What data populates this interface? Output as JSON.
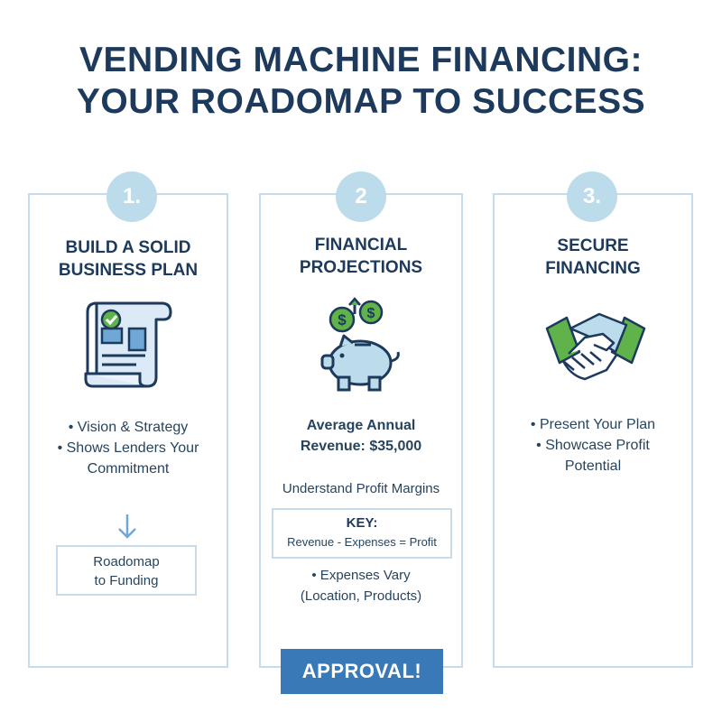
{
  "title": {
    "line1": "VENDING MACHINE FINANCING:",
    "line2": "YOUR ROADOMAP TO SUCCESS"
  },
  "steps": [
    {
      "number": "1.",
      "heading_line1": "BUILD A SOLID",
      "heading_line2": "BUSINESS PLAN",
      "icon": "business-plan-document-icon",
      "bullets": [
        "• Vision & Strategy",
        "• Shows Lenders Your",
        "Commitment"
      ],
      "arrow_icon": "arrow-down-icon",
      "box_line1": "Roadomap",
      "box_line2": "to Funding"
    },
    {
      "number": "2",
      "heading_line1": "FINANCIAL",
      "heading_line2": "PROJECTIONS",
      "icon": "piggy-bank-icon",
      "revenue_line1": "Average Annual",
      "revenue_line2": "Revenue: $35,000",
      "profit_text": "Understand Profit Margins",
      "key_label": "KEY:",
      "key_formula": "Revenue - Expenses = Profit",
      "expenses_line1": "• Expenses Vary",
      "expenses_line2": "(Location, Products)"
    },
    {
      "number": "3.",
      "heading_line1": "SECURE",
      "heading_line2": "FINANCING",
      "icon": "handshake-icon",
      "bullets": [
        "• Present Your Plan",
        "• Showcase Profit",
        "Potential"
      ]
    }
  ],
  "approval_label": "APPROVAL!",
  "colors": {
    "navy": "#1d3a5c",
    "accent_blue": "#3a79b7",
    "light_blue": "#bcdcec",
    "green": "#5fb34a"
  }
}
